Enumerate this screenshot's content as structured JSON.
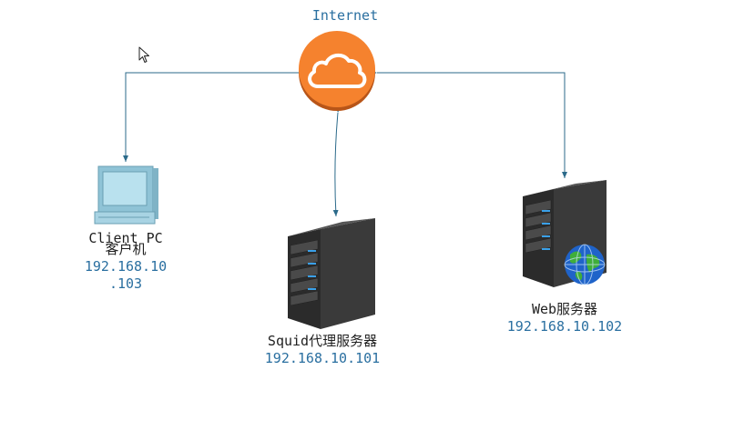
{
  "internet": {
    "label": "Internet",
    "icon": "cloud-icon",
    "color": "#f5822e"
  },
  "client": {
    "name": "Client PC",
    "subtitle": "客户机",
    "ip_line1": "192.168.10",
    "ip_line2": ".103",
    "icon": "desktop-computer-icon"
  },
  "squid": {
    "name": "Squid代理服务器",
    "ip": "192.168.10.101",
    "icon": "server-tower-icon"
  },
  "web": {
    "name": "Web服务器",
    "ip": "192.168.10.102",
    "icon": "web-server-globe-icon"
  },
  "colors": {
    "connector": "#2b6a8a",
    "label_text": "#1f1f1f",
    "ip_text": "#2a6fa0"
  }
}
